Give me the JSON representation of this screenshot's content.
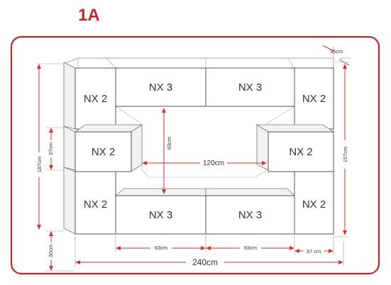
{
  "title": "1A",
  "colors": {
    "frame": "#c0282d",
    "dimension": "#cc3333",
    "outline": "#555555"
  },
  "modules": {
    "top_left": "NX 2",
    "top_center_left": "NX 3",
    "top_center_right": "NX 3",
    "top_right": "NX 2",
    "mid_left": "NX 2",
    "mid_right": "NX 2",
    "bottom_left": "NX 2",
    "bottom_center_left": "NX 3",
    "bottom_center_right": "NX 3",
    "bottom_right": "NX 2"
  },
  "dimensions": {
    "depth": "35cm",
    "gap_height": "83cm",
    "gap_width": "120cm",
    "total_width": "240cm",
    "total_height": "187cm",
    "right_height": "157cm",
    "module_height": "37cm",
    "floor_clearance": "30cm",
    "bottom_left_width": "83cm",
    "bottom_right_width": "83cm",
    "corner_width": "37 cm"
  }
}
